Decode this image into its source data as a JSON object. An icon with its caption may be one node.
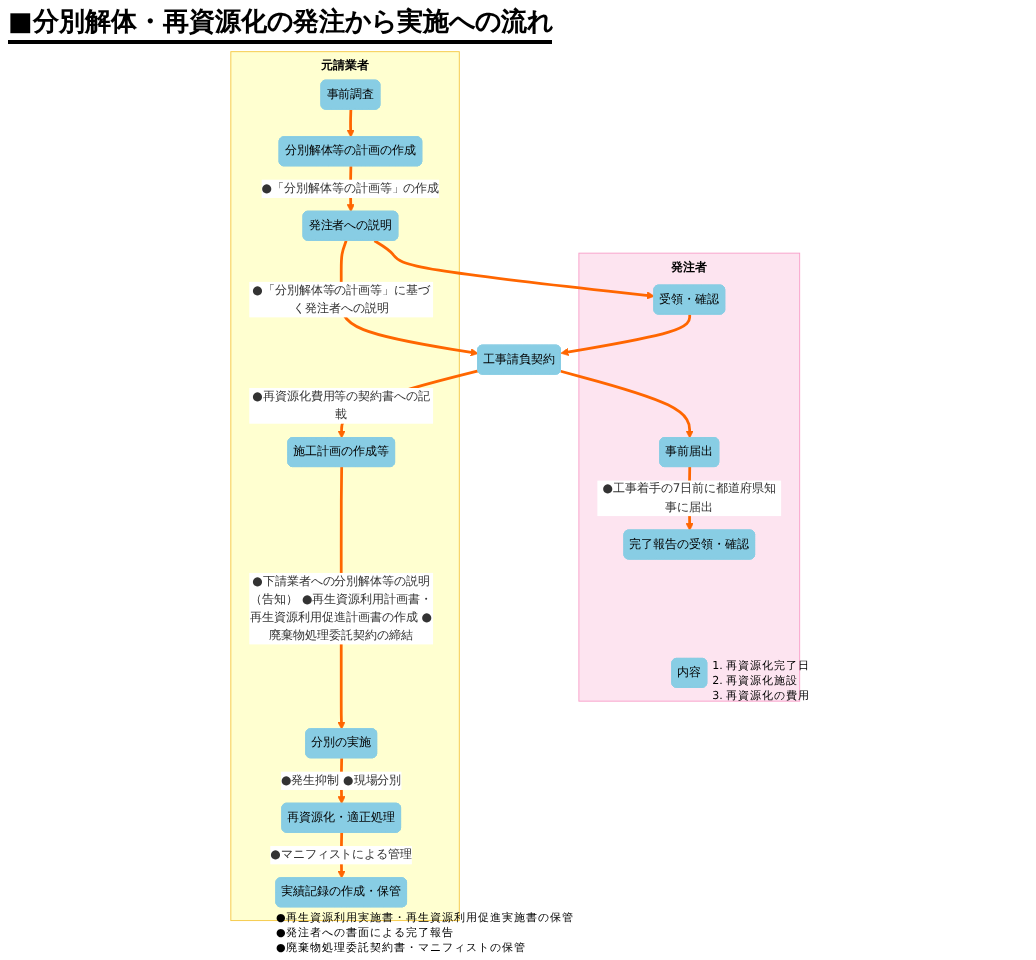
{
  "diagram": {
    "title": "■分別解体・再資源化の発注から実施への流れ",
    "nodes": [
      {
        "text": [
          "発注者"
        ]
      },
      {
        "text": [
          "元請業者"
        ]
      },
      {
        "text": [
          "事前調査"
        ],
        "in": 1
      },
      {
        "text": [
          "分別解体等の計画の作成"
        ],
        "in": 1
      },
      {
        "text": [
          "発注者への説明"
        ],
        "in": 1
      },
      {
        "text": [
          "受領・確認"
        ],
        "in": 0
      },
      {
        "text": [
          "工事請負契約"
        ]
      },
      {
        "text": [
          "事前届出"
        ],
        "in": 0
      },
      {
        "text": [
          "完了報告の受領・確認"
        ],
        "in": 0
      },
      {
        "text": [
          "内容"
        ],
        "in": 0,
        "beside": [
          "1. 再資源化完了日",
          "2. 再資源化施設",
          "3. 再資源化の費用"
        ]
      },
      {
        "text": [
          "施工計画の作成等"
        ],
        "in": 1
      },
      {
        "text": [
          "分別の実施"
        ],
        "in": 1
      },
      {
        "text": [
          "再資源化・適正処理"
        ],
        "in": 1
      },
      {
        "text": [
          "実績記録の作成・保管"
        ],
        "in": 1,
        "beside": [
          "●再生資源利用実施書・再生資源利用促進実施書の保管",
          "●発注者への書面による完了報告",
          "●廃棄物処理委託契約書・マニフィストの保管"
        ]
      }
    ],
    "edges": [
      {
        "from": 2,
        "to": 3,
        "arrow": "to"
      },
      {
        "from": 3,
        "to": 4,
        "arrow": "to",
        "label": "●「分別解体等の計画等」の作成"
      },
      {
        "from": 4,
        "to": 5,
        "arrow": "to"
      },
      {
        "from": 5,
        "to": 6,
        "arrow": "to"
      },
      {
        "from": 4,
        "to": 6,
        "arrow": "to",
        "label": "●「分別解体等の計画等」に基づく発注者への説明"
      },
      {
        "from": 6,
        "to": 7,
        "arrow": "to"
      },
      {
        "from": 6,
        "to": 10,
        "arrow": "to",
        "label": "●再資源化費用等の契約書への記載"
      },
      {
        "from": 7,
        "to": 8,
        "arrow": "to",
        "label": "●工事着手の7日前に都道府県知事に届出"
      },
      {
        "from": 10,
        "to": 11,
        "arrow": "to",
        "label": "●下請業者への分別解体等の説明（告知） ●再生資源利用計画書・再生資源利用促進計画書の作成 ●廃棄物処理委託契約の締結"
      },
      {
        "from": 11,
        "to": 12,
        "arrow": "to",
        "label": "●発生抑制 ●現場分別"
      },
      {
        "from": 12,
        "to": 13,
        "arrow": "to",
        "label": "●マニフィストによる管理"
      }
    ]
  }
}
